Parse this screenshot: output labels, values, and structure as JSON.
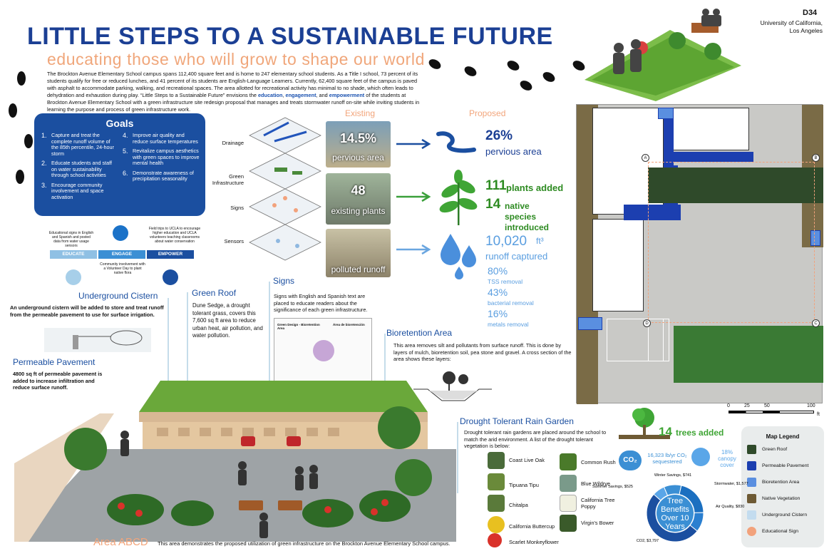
{
  "header": {
    "title": "LITTLE STEPS TO A SUSTAINABLE FUTURE",
    "subtitle": "educating those who will grow to shape our world",
    "board_id": "D34",
    "university": "University of California, Los Angeles"
  },
  "intro": {
    "text_a": "The Brockton Avenue Elementary School campus spans 112,400 square feet and is home to 247 elementary school students. As a Title I school, 73 percent of its students qualify for free or reduced lunches, and 41 percent of its students are English-Language Learners. Currently, 62,400 square feet of the campus is paved with asphalt to accommodate parking, walking, and recreational spaces. The area allotted for recreational activity has minimal to no shade, which often leads to dehydration and exhaustion during play. “Little Steps to a Sustainable Future” envisions the ",
    "education": "education",
    "sep1": ", ",
    "engagement": "engagement",
    "sep2": ", and ",
    "empowerment": "empowerment",
    "text_b": " of the students at Brockton Avenue Elementary School with a green infrastructure site redesign proposal that manages and treats stormwater runoff on-site while inviting students in learning the purpose and process of green infrastructure work."
  },
  "goals": {
    "title": "Goals",
    "items": [
      {
        "n": "1.",
        "t": "Capture and treat the complete runoff volume of the 85th percentile, 24-hour storm"
      },
      {
        "n": "2.",
        "t": "Educate students and staff on water sustainability through school activities"
      },
      {
        "n": "3.",
        "t": "Encourage community involvement and space activation"
      },
      {
        "n": "4.",
        "t": "Improve air quality and reduce surface temperatures"
      },
      {
        "n": "5.",
        "t": "Revitalize campus aesthetics with green spaces to improve mental health"
      },
      {
        "n": "6.",
        "t": "Demonstrate awareness of precipitation seasonality"
      }
    ]
  },
  "eee": {
    "educate": "EDUCATE",
    "engage": "ENGAGE",
    "empower": "EMPOWER",
    "educate_note": "Educational signs in English and Spanish and posted data from water usage sensors",
    "engage_note": "Community involvement with a Volunteer Day to plant native flora",
    "empower_note": "Field trips to UCLA to encourage higher education and UCLA volunteers teaching classrooms about water conservation"
  },
  "layers": [
    "Drainage",
    "Green Infrastructure",
    "Signs",
    "Sensors"
  ],
  "compare": {
    "existing": "Existing",
    "proposed": "Proposed",
    "ex1_big": "14.5%",
    "ex1_lbl": "pervious area",
    "ex2_big": "48",
    "ex2_lbl": "existing plants",
    "ex3_lbl": "polluted runoff",
    "p1_big": "26%",
    "p1_lbl": "pervious area",
    "p2_big": "111",
    "p2_lbl": "plants added",
    "p2b_big": "14",
    "p2b_lbl": "native species introduced",
    "p3_big": "10,020",
    "p3_unit": "ft³",
    "p3_lbl": "runoff captured",
    "p3a": "80%",
    "p3a_lbl": "TSS removal",
    "p3b": "43%",
    "p3b_lbl": "bacterial removal",
    "p3c": "16%",
    "p3c_lbl": "metals removal"
  },
  "sections": {
    "cistern_t": "Underground Cistern",
    "cistern": "An underground cistern will be added to store and treat runoff from the permeable pavement to use for surface irrigation.",
    "pave_t": "Permeable Pavement",
    "pave": "4800 sq ft of permeable pavement is added to increase infiltration and reduce surface runoff.",
    "roof_t": "Green Roof",
    "roof": "Dune Sedge, a drought tolerant grass, covers this 7,600 sq ft area to reduce urban heat, air pollution, and water pollution.",
    "signs_t": "Signs",
    "signs": "Signs with English and Spanish text are placed to educate readers about the significance of each green infrastructure.",
    "sign_en": "Green Design - Bioretention Area",
    "sign_es": "Área de bioretención",
    "bio_t": "Bioretention Area",
    "bio": "This area removes silt and pollutants from surface runoff. This is done by layers of mulch, bioretention soil, pea stone and gravel. A cross section of the area shows these layers:",
    "rain_t": "Drought Tolerant Rain Garden",
    "rain": "Drought tolerant rain gardens are placed around the school to match the arid environment. A list of the drought tolerant vegetation is below:",
    "area_t": "Area ABCD",
    "area": "This area demonstrates the proposed utilization of green infrastructure on the Brockton Avenue Elementary School campus."
  },
  "plants": [
    "Coast Live Oak",
    "Tipuana Tipu",
    "Chitalpa",
    "California Buttercup",
    "Scarlet Monkeyflower",
    "Common Rush",
    "Blue Wildrye",
    "California Tree Poppy",
    "Virgin's Bower"
  ],
  "trees": {
    "count": "14",
    "label": "trees added",
    "co2": "16,323 lb/yr CO₂ sequestered",
    "co2_badge": "CO₂",
    "canopy": "18% canopy cover",
    "donut_title": "Tree Benefits Over 10 Years",
    "slices": [
      {
        "label": "Winter Savings, $741",
        "value": 741
      },
      {
        "label": "Stormwater, $1,577",
        "value": 1577
      },
      {
        "label": "Air Quality, $830",
        "value": 830
      },
      {
        "label": "CO2, $3,797",
        "value": 3797
      },
      {
        "label": "Summer Savings, $525",
        "value": 525
      }
    ]
  },
  "map": {
    "scale": [
      "0",
      "25",
      "50",
      "100"
    ],
    "unit": "ft",
    "points": [
      "A",
      "B",
      "C",
      "D"
    ]
  },
  "legend": {
    "title": "Map Legend",
    "items": [
      {
        "label": "Green Roof",
        "color": "#2f4a2a"
      },
      {
        "label": "Permeable Pavement",
        "color": "#1c3fb0"
      },
      {
        "label": "Bioretention Area",
        "color": "#5a8fe0"
      },
      {
        "label": "Native Vegetation",
        "color": "#6e5a34"
      },
      {
        "label": "Underground Cistern",
        "color": "#c3dcef"
      },
      {
        "label": "Educational Sign",
        "color": "#f2a27c"
      }
    ]
  }
}
